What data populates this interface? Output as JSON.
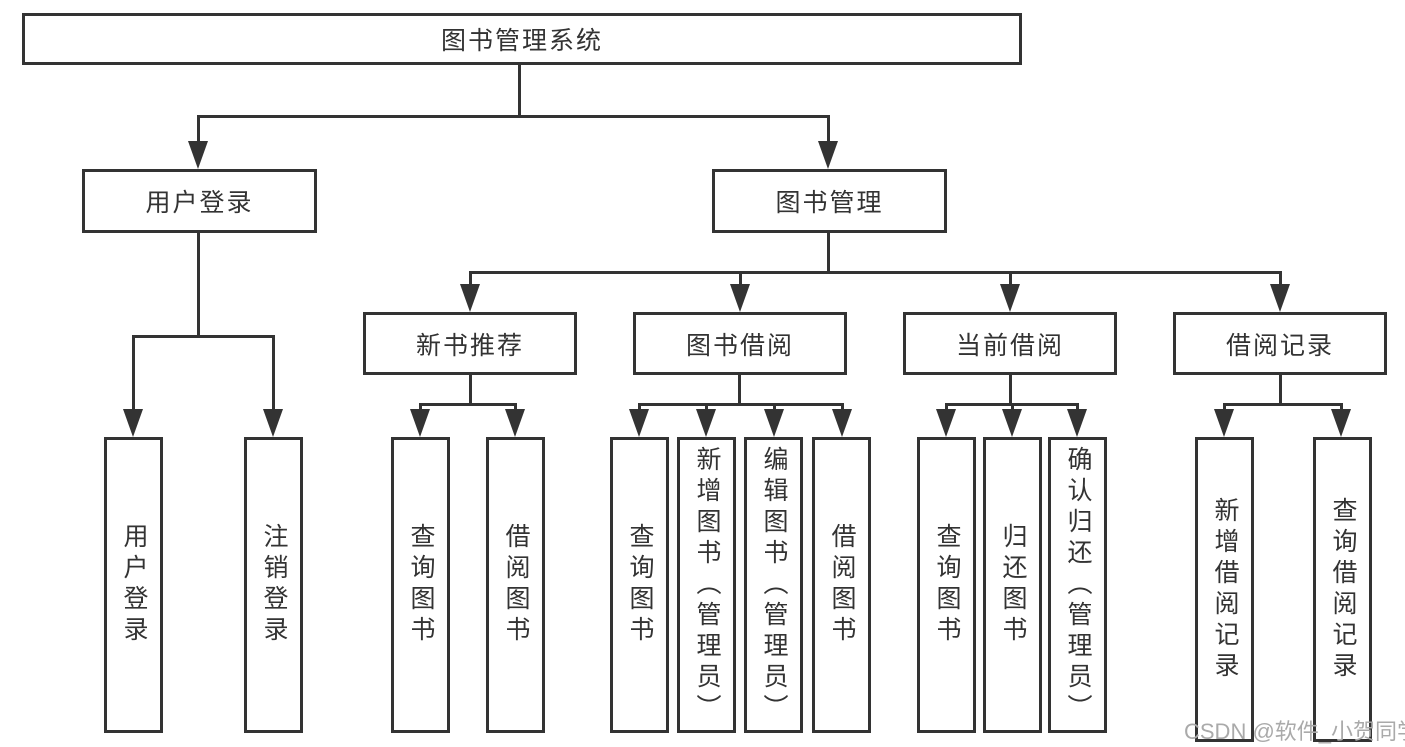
{
  "diagram": {
    "root": {
      "label": "图书管理系统"
    },
    "level2": [
      {
        "label": "用户登录"
      },
      {
        "label": "图书管理"
      }
    ],
    "level3": [
      {
        "label": "新书推荐"
      },
      {
        "label": "图书借阅"
      },
      {
        "label": "当前借阅"
      },
      {
        "label": "借阅记录"
      }
    ],
    "leaves": {
      "user_login": [
        {
          "label": "用户登录"
        },
        {
          "label": "注销登录"
        }
      ],
      "new_book": [
        {
          "label": "查询图书"
        },
        {
          "label": "借阅图书"
        }
      ],
      "book_borrow": [
        {
          "label": "查询图书"
        },
        {
          "label": "新增图书（管理员）"
        },
        {
          "label": "编辑图书（管理员）"
        },
        {
          "label": "借阅图书"
        }
      ],
      "current_borrow": [
        {
          "label": "查询图书"
        },
        {
          "label": "归还图书"
        },
        {
          "label": "确认归还（管理员）"
        }
      ],
      "borrow_records": [
        {
          "label": "新增借阅记录"
        },
        {
          "label": "查询借阅记录"
        }
      ]
    },
    "watermark": "CSDN @软件_小贺同学",
    "colors": {
      "line": "#333333",
      "text": "#333333",
      "background": "#ffffff",
      "watermark": "#aaaaaa"
    }
  }
}
